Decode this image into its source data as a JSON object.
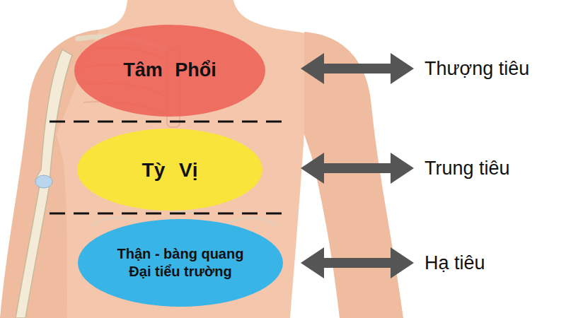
{
  "diagram": {
    "nodes": [
      {
        "text": [
          "Tâm Phổi"
        ]
      },
      {
        "text": [
          "Tỳ Vị"
        ]
      },
      {
        "text": [
          "Thận - bàng quang",
          "Đại tiểu trường"
        ]
      }
    ],
    "labels": [
      "Thượng tiêu",
      "Trung tiêu",
      "Hạ tiêu"
    ]
  }
}
